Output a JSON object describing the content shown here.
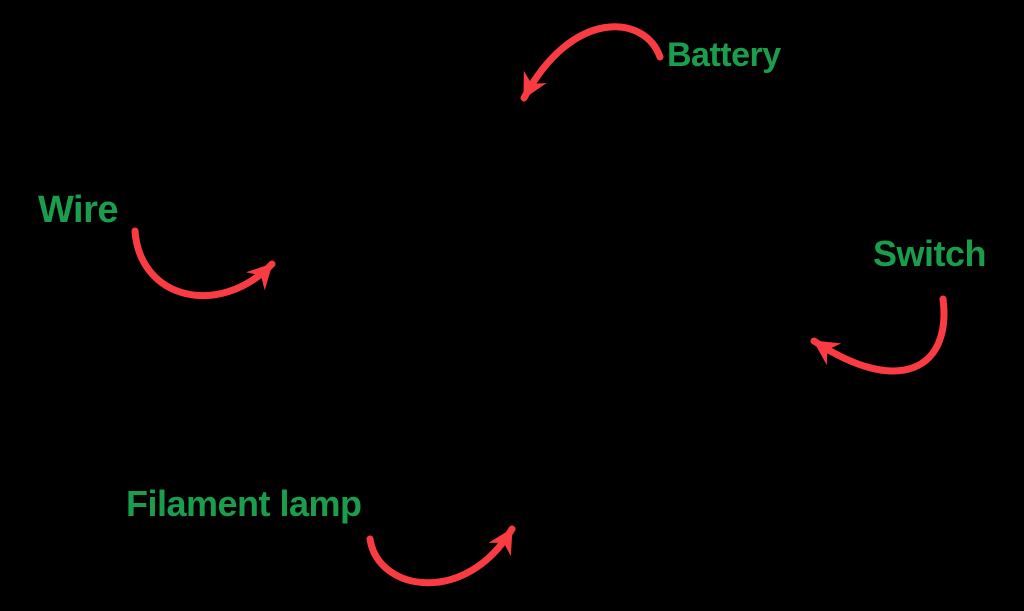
{
  "colors": {
    "background": "#000000",
    "label": "#1A9D4C",
    "arrow": "#FA3B41"
  },
  "labels": {
    "battery": "Battery",
    "wire": "Wire",
    "switch": "Switch",
    "filament_lamp": "Filament lamp"
  }
}
